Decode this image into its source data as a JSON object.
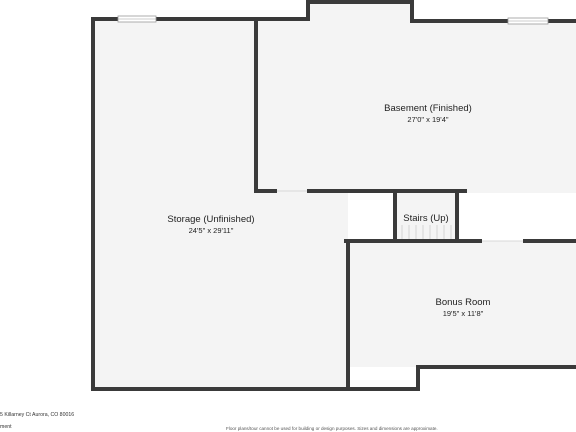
{
  "rooms": {
    "storage": {
      "name": "Storage (Unfinished)",
      "dims": "24'5\" x 29'11\""
    },
    "basement": {
      "name": "Basement (Finished)",
      "dims": "27'0\" x 19'4\""
    },
    "stairs": {
      "name": "Stairs (Up)"
    },
    "bonus": {
      "name": "Bonus Room",
      "dims": "19'5\" x 11'8\""
    }
  },
  "footer": {
    "address": "5 Killarney Ct Aurora, CO 80016",
    "level": "ment",
    "disclaimer": "Floor plans/tour cannot be used for building or design purposes. Sizes and dimensions are approximate."
  },
  "colors": {
    "wall": "#3a3a3a",
    "floor": "#f4f4f4",
    "window_frame": "#9a9a9a"
  }
}
